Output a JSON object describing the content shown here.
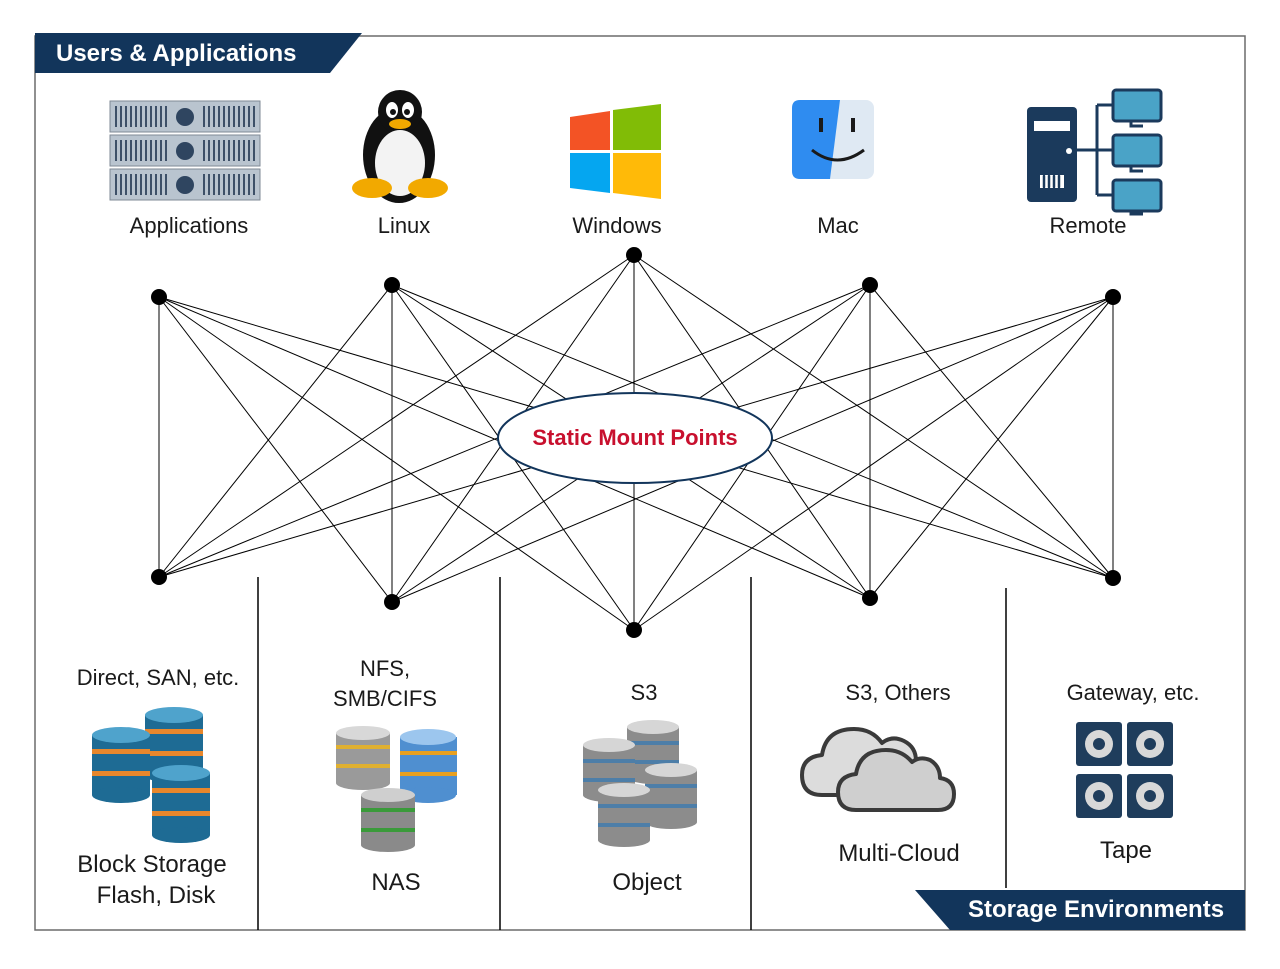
{
  "header_banner": {
    "title": "Users & Applications"
  },
  "footer_banner": {
    "title": "Storage Environments"
  },
  "center": {
    "label": "Static Mount Points"
  },
  "clients": [
    {
      "label": "Applications",
      "icon": "server-rack-icon"
    },
    {
      "label": "Linux",
      "icon": "linux-penguin-icon"
    },
    {
      "label": "Windows",
      "icon": "windows-logo-icon"
    },
    {
      "label": "Mac",
      "icon": "mac-finder-icon"
    },
    {
      "label": "Remote",
      "icon": "remote-network-icon"
    }
  ],
  "storage": [
    {
      "protocol": "Direct, SAN, etc.",
      "name_line1": "Block Storage",
      "name_line2": "Flash, Disk",
      "icon": "block-storage-database-icon"
    },
    {
      "protocol_line1": "NFS,",
      "protocol_line2": "SMB/CIFS",
      "name": "NAS",
      "icon": "nas-database-icon"
    },
    {
      "protocol": "S3",
      "name": "Object",
      "icon": "object-storage-database-icon"
    },
    {
      "protocol": "S3, Others",
      "name": "Multi-Cloud",
      "icon": "cloud-icon"
    },
    {
      "protocol": "Gateway, etc.",
      "name": "Tape",
      "icon": "tape-drive-icon"
    }
  ],
  "colors": {
    "navy": "#12355b",
    "red": "#c8102e",
    "line": "#000000"
  }
}
